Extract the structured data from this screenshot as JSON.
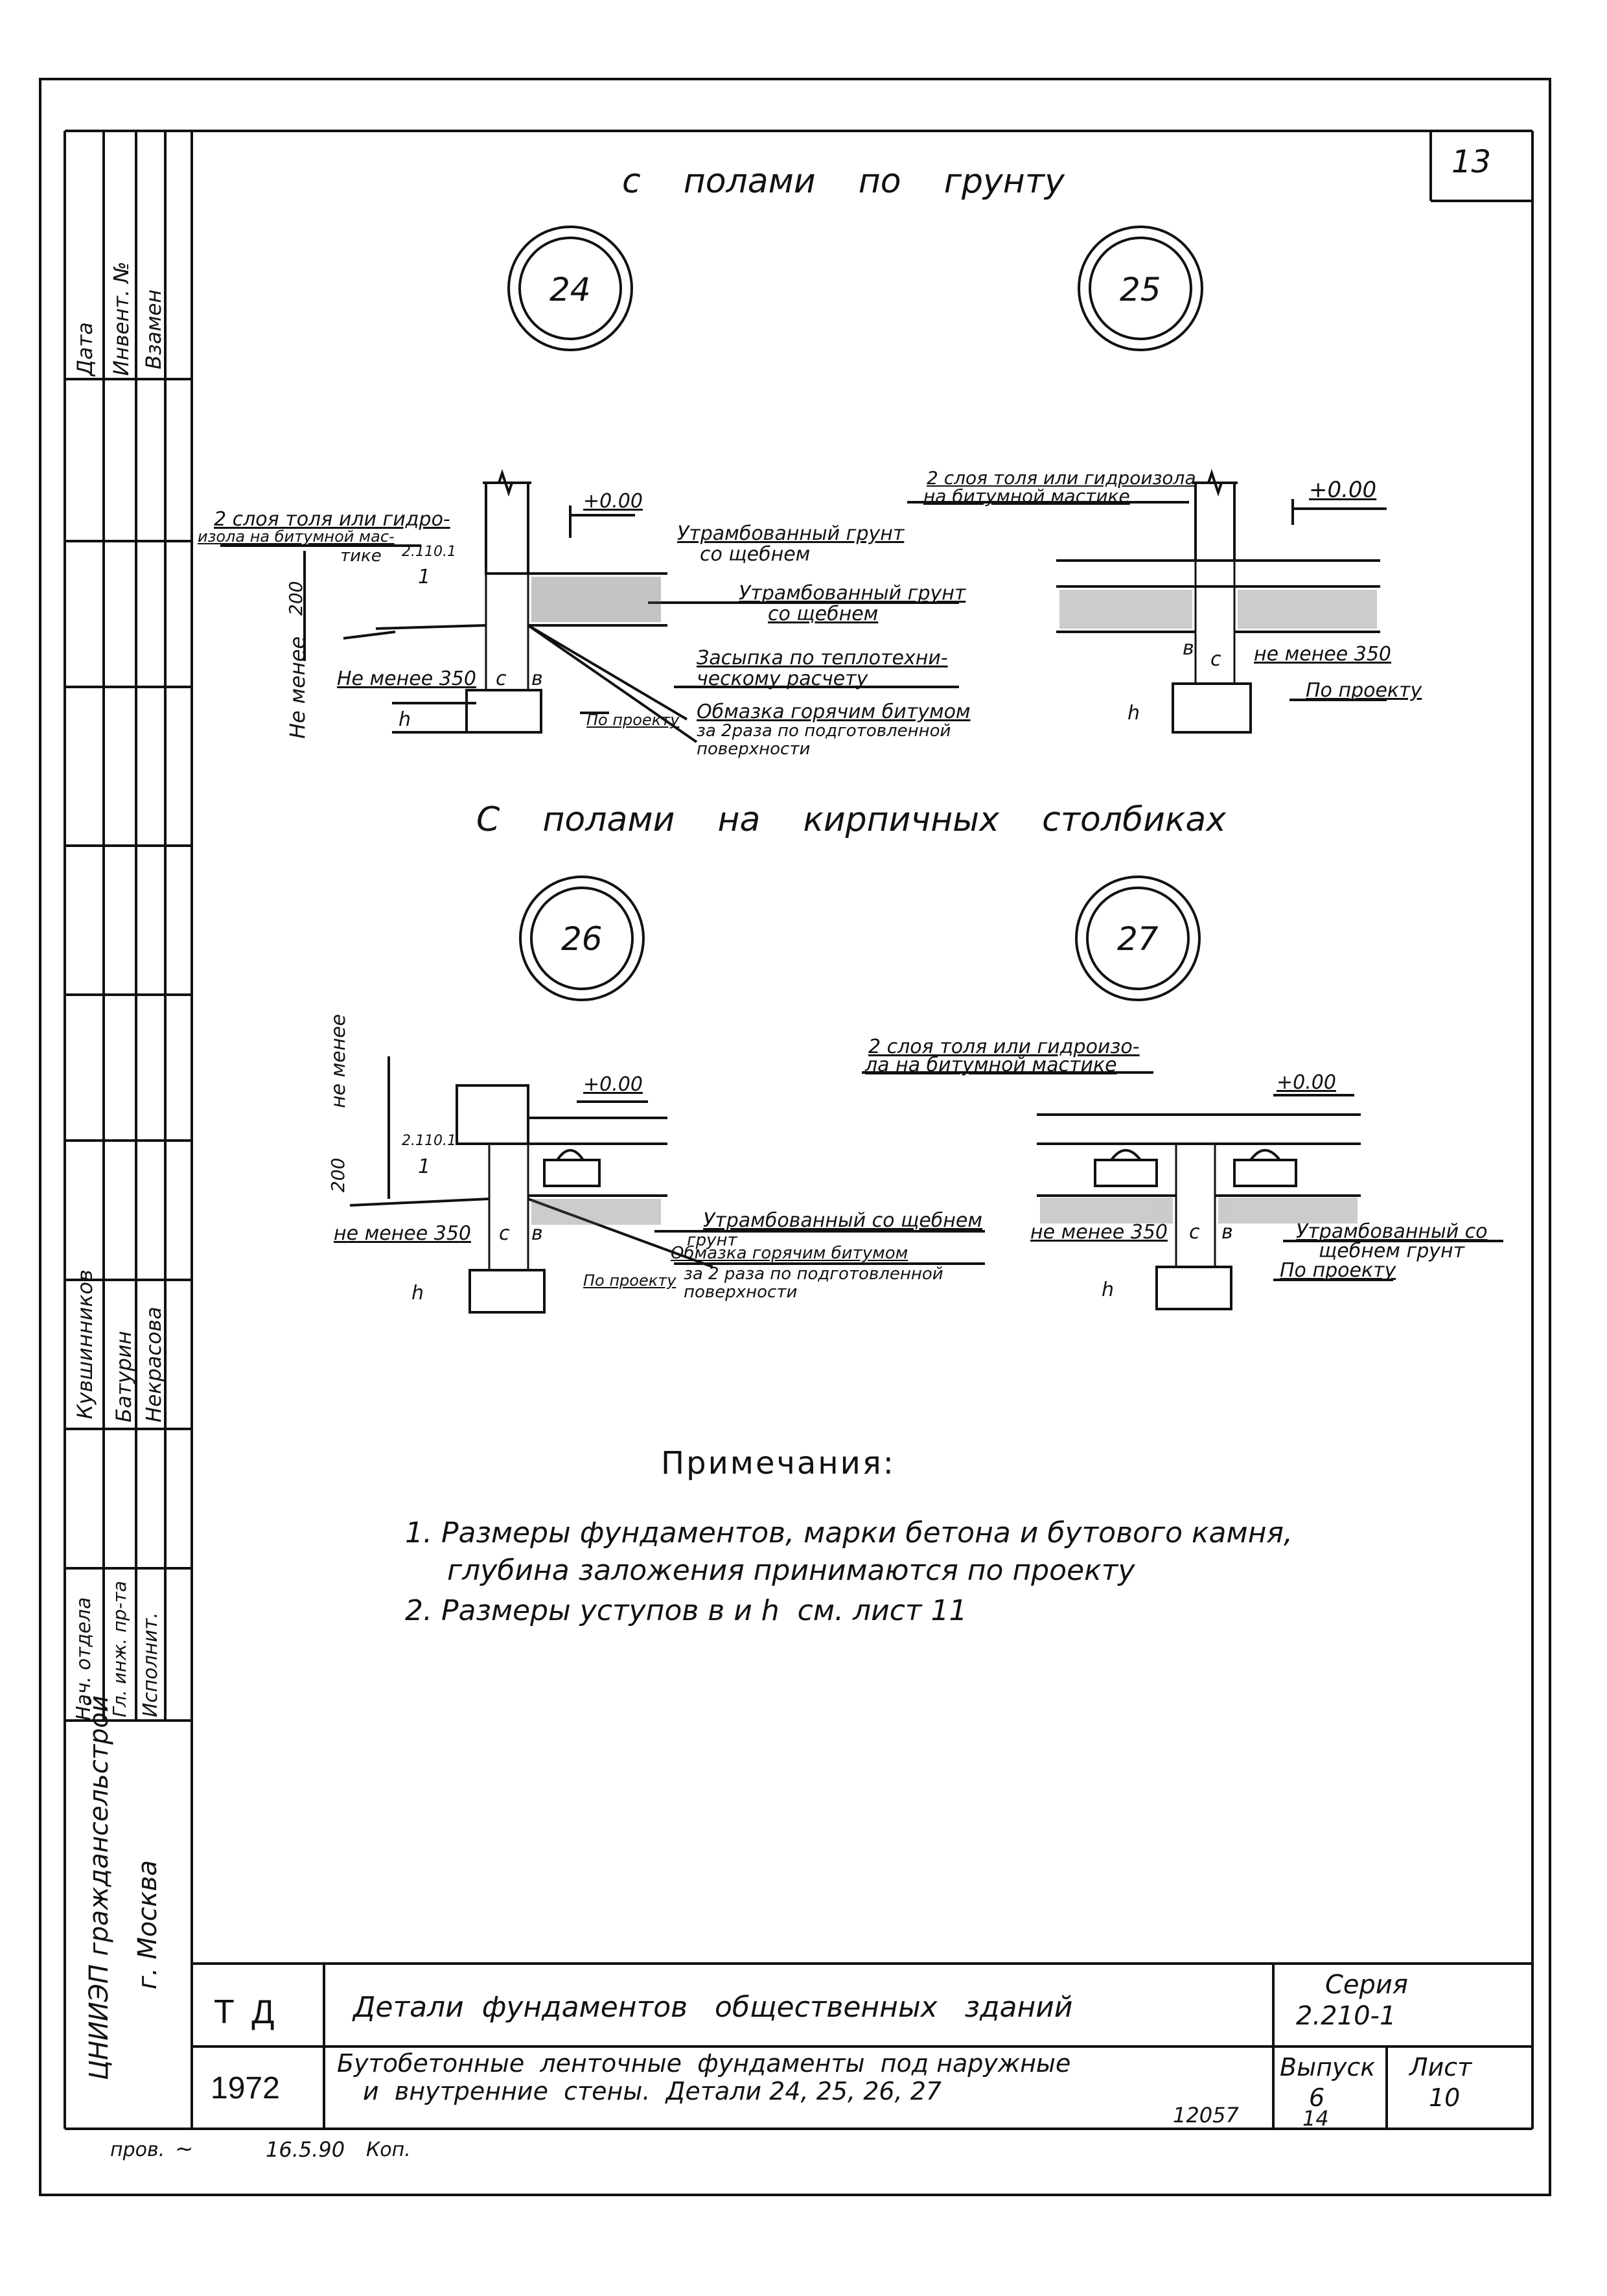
{
  "page_number": "13",
  "headings": {
    "section_ground": "с    полами    по    грунту",
    "section_brick": "С    полами    на    кирпичных    столбиках"
  },
  "details": [
    {
      "number": "24"
    },
    {
      "number": "25"
    },
    {
      "number": "26"
    },
    {
      "number": "27"
    }
  ],
  "detail24": {
    "level": "+0.00",
    "note_layers_1": "2 слоя  толя   или гидро-",
    "note_layers_2": "изола на битумной мас-",
    "note_layers_3": "тике",
    "ref_top": "2.110.1",
    "ref_bottom": "1",
    "dim_200": "200",
    "not_less": "Не менее",
    "not_less_350": "Не менее 350",
    "c": "с",
    "b": "в",
    "h": "h",
    "rammed_1": "Утрамбованный грунт",
    "rammed_2": "со щебнем",
    "rammed_b_1": "Утрамбованный грунт",
    "rammed_b_2": "со щебнем",
    "backfill_1": "Засыпка по теплотехни-",
    "backfill_2": "ческому  расчету",
    "coat_1": "Обмазка горячим битумом",
    "coat_2": "за 2раза по подготовленной",
    "coat_3": "поверхности",
    "by_project": "По проекту"
  },
  "detail25": {
    "note_1": "2 слоя  толя или гидроизола",
    "note_2": "на битумной мастике",
    "level": "+0.00",
    "b": "в",
    "c": "с",
    "not_less_350": "не менее 350",
    "by_project": "По проекту",
    "h": "h"
  },
  "detail26": {
    "level": "+0.00",
    "dim_200": "200",
    "not_less": "не менее",
    "ref_top": "2.110.1",
    "ref_bottom": "1",
    "not_less_350": "не менее 350",
    "c": "с",
    "b": "в",
    "h": "h",
    "rammed_1": "Утрамбованный со щебнем",
    "rammed_2": "грунт",
    "coat_1": "Обмазка горячим битумом",
    "coat_2": "за 2 раза по подготовленной",
    "coat_3": "поверхности",
    "by_project": "По проекту"
  },
  "detail27": {
    "note_1": "2 слоя толя или гидроизо-",
    "note_2": "ла на битумной мастике",
    "level": "+0.00",
    "not_less_350": "не менее 350",
    "c": "с",
    "b": "в",
    "h": "h",
    "rammed_1": "Утрамбованный со",
    "rammed_2": "щебнем грунт",
    "by_project": "По проекту"
  },
  "notes": {
    "title": "Примечания:",
    "item1_line1": "1. Размеры фундаментов, марки бетона и бутового камня,",
    "item1_line2": "глубина заложения принимаются по проекту",
    "item2": "2. Размеры уступов в и h  см. лист 11"
  },
  "side_stamp": {
    "date": "Дата",
    "inv": "Инвент. №",
    "replace": "Взамен",
    "kuvshinnikov": "Кувшинников",
    "baturin": "Батурин",
    "nekrasova": "Некрасова",
    "head_dept": "Нач. отдела",
    "chief_eng": "Гл. инж. пр-та",
    "executor": "Исполнит.",
    "org": "ЦНИИЭП граждансельстрой",
    "city": "г. Москва"
  },
  "title_block": {
    "td": "Т Д",
    "year": "1972",
    "title": "Детали  фундаментов   общественных   зданий",
    "subtitle_1": "Бутобетонные  ленточные  фундаменты  под наружные",
    "subtitle_2": "и  внутренние  стены.  Детали 24, 25, 26, 27",
    "series_label": "Серия",
    "series": "2.210-1",
    "issue_label": "Выпуск",
    "issue": "6",
    "sheet_label": "Лист",
    "sheet": "10"
  },
  "footer": {
    "checked": "пров.",
    "check_date": "16.5.90",
    "copy": "Коп.",
    "order_no": "12057",
    "copy_no": "14"
  }
}
